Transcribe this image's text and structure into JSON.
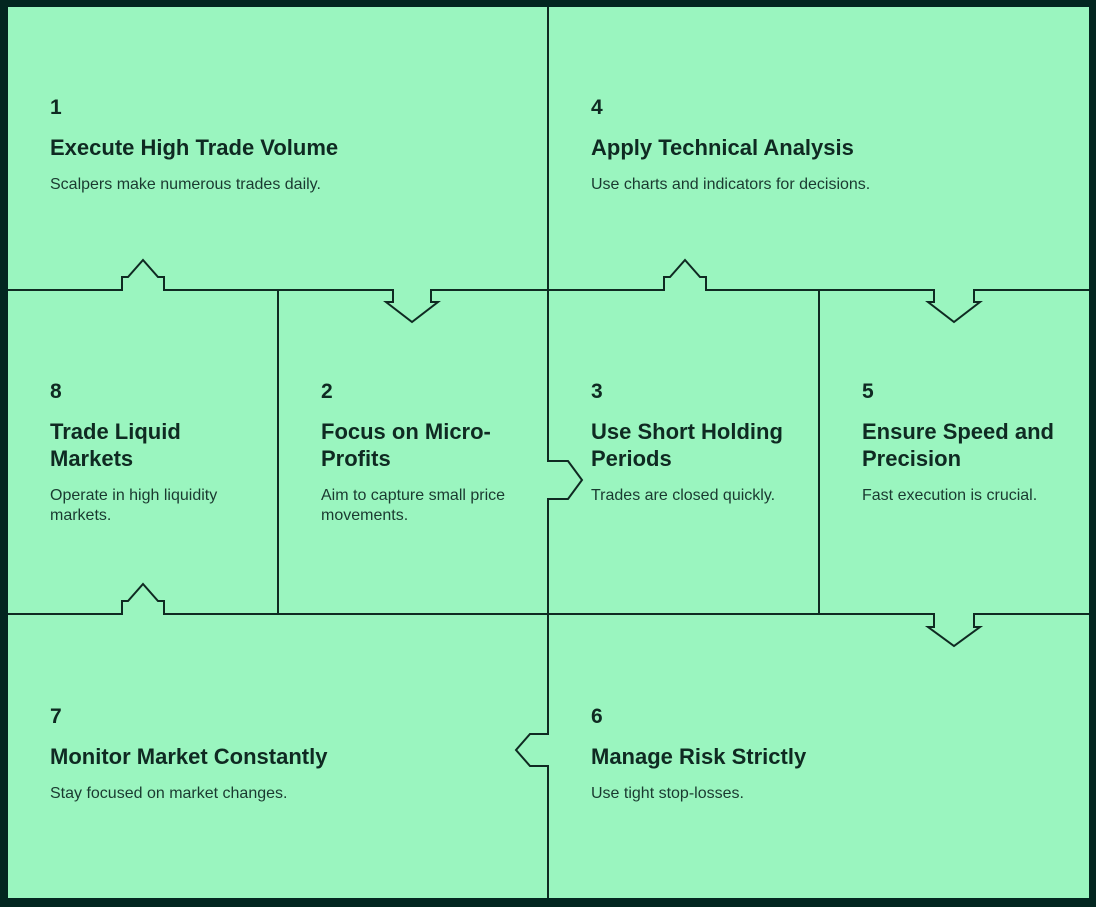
{
  "diagram": {
    "colors": {
      "background": "#9af5bf",
      "frame": "#032620",
      "line": "#0f2a22",
      "text": "#0f2a22"
    },
    "steps": [
      {
        "number": "1",
        "title": "Execute High Trade Volume",
        "description": "Scalpers make numerous trades daily."
      },
      {
        "number": "2",
        "title": "Focus on Micro-Profits",
        "description": "Aim to capture small price movements."
      },
      {
        "number": "3",
        "title": "Use Short Holding Periods",
        "description": "Trades are closed quickly."
      },
      {
        "number": "4",
        "title": "Apply Technical Analysis",
        "description": "Use charts and indicators for decisions."
      },
      {
        "number": "5",
        "title": "Ensure Speed and Precision",
        "description": "Fast execution is crucial."
      },
      {
        "number": "6",
        "title": "Manage Risk Strictly",
        "description": "Use tight stop-losses."
      },
      {
        "number": "7",
        "title": "Monitor Market Constantly",
        "description": "Stay focused on market changes."
      },
      {
        "number": "8",
        "title": "Trade Liquid Markets",
        "description": "Operate in high liquidity markets."
      }
    ]
  }
}
